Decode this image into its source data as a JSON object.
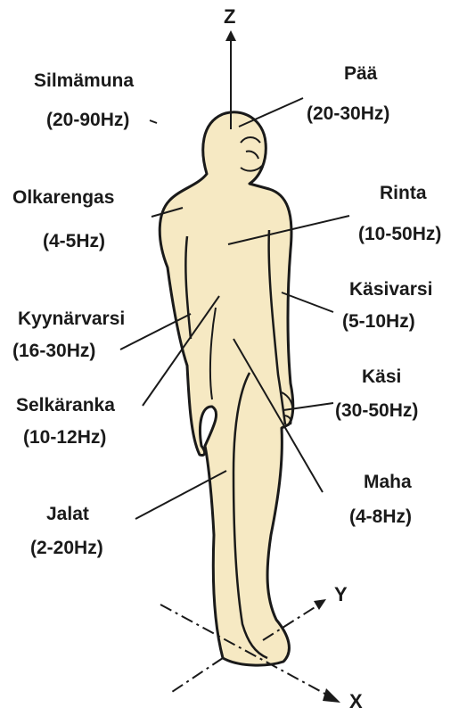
{
  "axes": {
    "z": "Z",
    "y": "Y",
    "x": "X"
  },
  "colors": {
    "body_fill": "#f6e9c3",
    "outline": "#1a1a1a"
  },
  "labels": {
    "silmamuna": {
      "name": "Silmämuna",
      "freq": "(20-90Hz)"
    },
    "paa": {
      "name": "Pää",
      "freq": "(20-30Hz)"
    },
    "olkarengas": {
      "name": "Olkarengas",
      "freq": "(4-5Hz)"
    },
    "rinta": {
      "name": "Rinta",
      "freq": "(10-50Hz)"
    },
    "kyynarvarsi": {
      "name": "Kyynärvarsi",
      "freq": "(16-30Hz)"
    },
    "kasivarsi": {
      "name": "Käsivarsi",
      "freq": "(5-10Hz)"
    },
    "selkaranka": {
      "name": "Selkäranka",
      "freq": "(10-12Hz)"
    },
    "kasi": {
      "name": "Käsi",
      "freq": "(30-50Hz)"
    },
    "maha": {
      "name": "Maha",
      "freq": "(4-8Hz)"
    },
    "jalat": {
      "name": "Jalat",
      "freq": "(2-20Hz)"
    }
  }
}
